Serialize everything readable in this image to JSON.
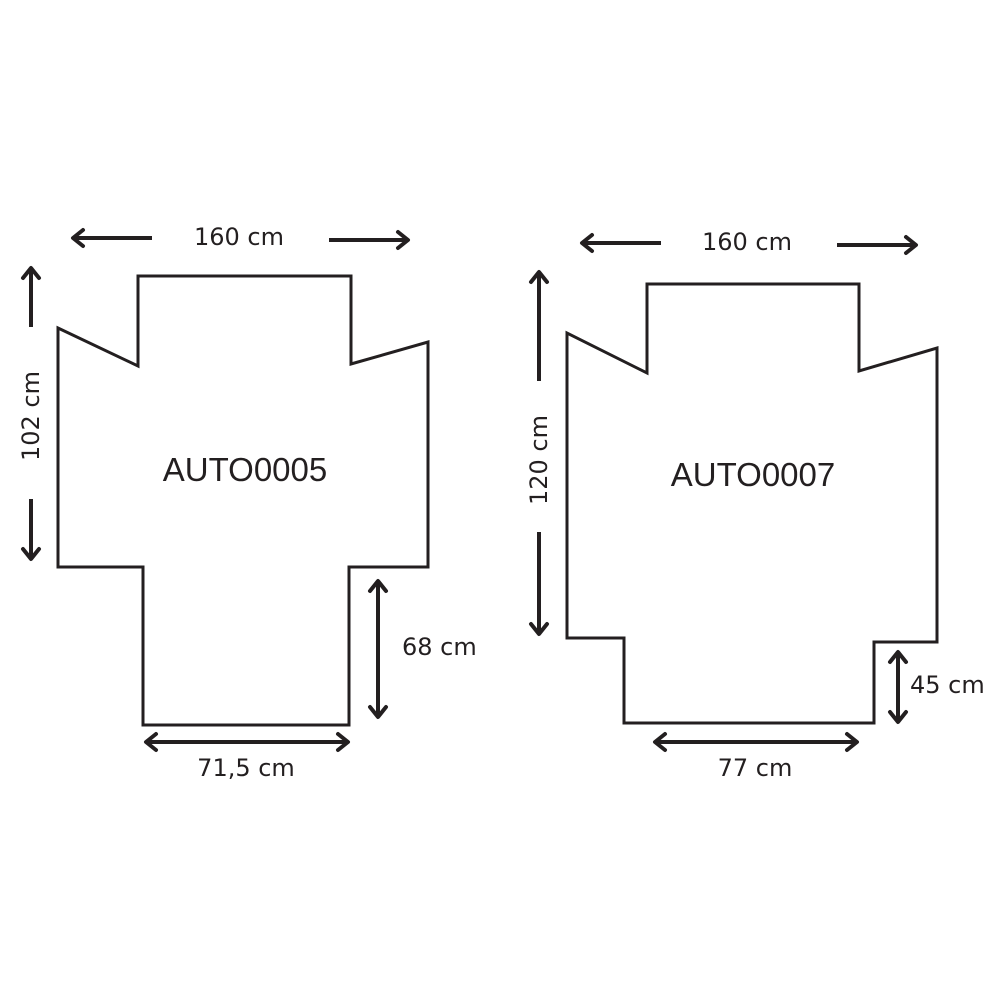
{
  "diagrams": [
    {
      "code": "AUTO0005",
      "width_label": "160 cm",
      "height_label": "102 cm",
      "bottom_height_label": "68 cm",
      "bottom_width_label": "71,5 cm"
    },
    {
      "code": "AUTO0007",
      "width_label": "160 cm",
      "height_label": "120 cm",
      "bottom_height_label": "45 cm",
      "bottom_width_label": "77 cm"
    }
  ],
  "colors": {
    "ink": "#231f20",
    "background": "#ffffff"
  }
}
